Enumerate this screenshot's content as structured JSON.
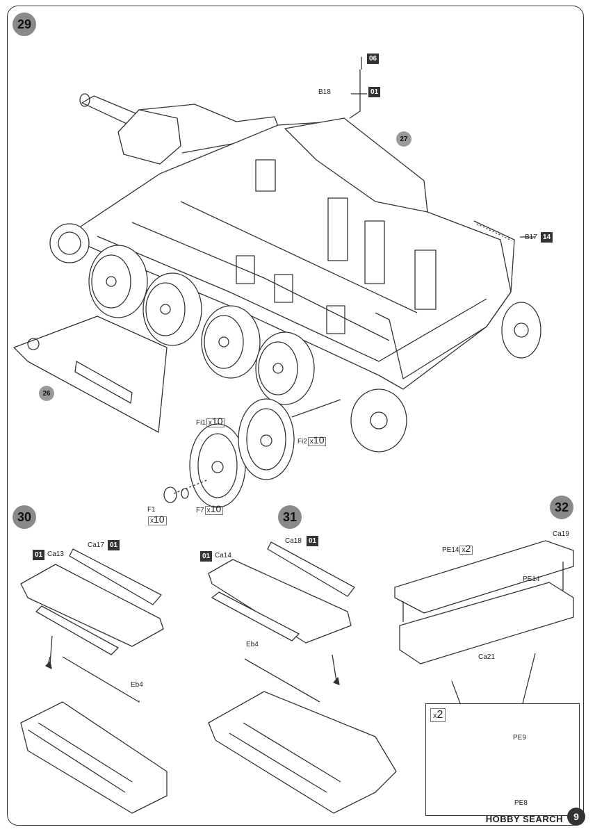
{
  "steps": {
    "s29": "29",
    "s30": "30",
    "s31": "31",
    "s32": "32"
  },
  "sub_refs": {
    "r27": "27",
    "r26": "26"
  },
  "step29": {
    "antenna_badge": "06",
    "b18_label": "B18",
    "b18_badge": "01",
    "b17_label": "B17",
    "b17_badge": "14",
    "fi1_label": "Fi1",
    "fi1_qty": "10",
    "fi2_label": "Fi2",
    "fi2_qty": "10",
    "f1_label": "F1",
    "f1_qty": "10",
    "f7_label": "F7",
    "f7_qty": "10",
    "qty_prefix": "x"
  },
  "step30": {
    "ca13_badge": "01",
    "ca13_label": "Ca13",
    "ca17_label": "Ca17",
    "ca17_badge": "01",
    "eb4_label": "Eb4"
  },
  "step31": {
    "ca14_badge": "01",
    "ca14_label": "Ca14",
    "ca18_label": "Ca18",
    "ca18_badge": "01",
    "eb4_label": "Eb4"
  },
  "step32": {
    "pe14_label": "PE14",
    "pe14_qty": "2",
    "ca19_label": "Ca19",
    "pe14_label2": "PE14",
    "ca21_label": "Ca21",
    "inset_qty": "2",
    "pe9_label": "PE9",
    "pe8_label": "PE8"
  },
  "footer": {
    "watermark": "HOBBY SEARCH",
    "page": "9"
  }
}
